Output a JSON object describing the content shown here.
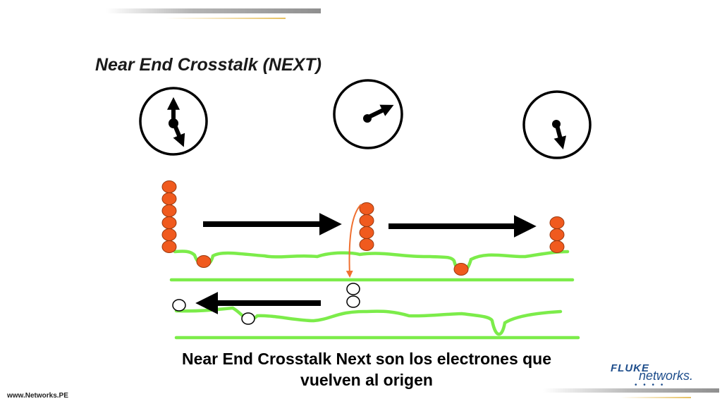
{
  "slide": {
    "title": "Near End Crosstalk (NEXT)",
    "caption_line1": "Near End Crosstalk Next son los electrones que",
    "caption_line2": "vuelven al origen",
    "footer": "www.Networks.PE"
  },
  "logo": {
    "top": "FLUKE",
    "bottom": "networks.",
    "dots": "• • • •"
  },
  "colors": {
    "wire": "#7cec4a",
    "electron": "#f05a1e",
    "crosstalk_arrow": "#f07030",
    "arrow": "#000000"
  }
}
